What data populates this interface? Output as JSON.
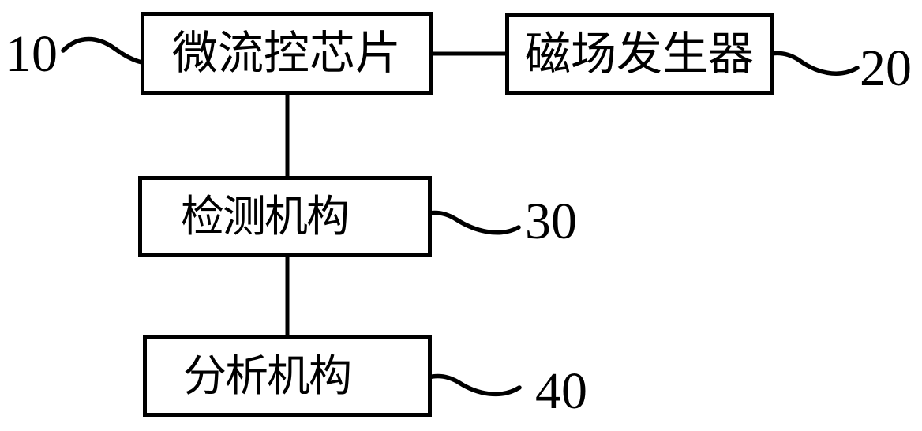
{
  "figure": {
    "type": "block-diagram",
    "background_color": "#ffffff",
    "ink_color": "#000000",
    "blocks": [
      {
        "label": "微流控芯片",
        "ref_number": "10",
        "ref_position": "left"
      },
      {
        "label": "磁场发生器",
        "ref_number": "20",
        "ref_position": "right"
      },
      {
        "label": "检测机构",
        "ref_number": "30",
        "ref_position": "right"
      },
      {
        "label": "分析机构",
        "ref_number": "40",
        "ref_position": "right"
      }
    ],
    "connections": [
      {
        "from": "10",
        "to": "20",
        "style": "plain-line",
        "orientation": "horizontal"
      },
      {
        "from": "10",
        "to": "30",
        "style": "plain-line",
        "orientation": "vertical"
      },
      {
        "from": "30",
        "to": "40",
        "style": "plain-line",
        "orientation": "vertical"
      }
    ],
    "leader_line_style": "wavy-tilde"
  }
}
